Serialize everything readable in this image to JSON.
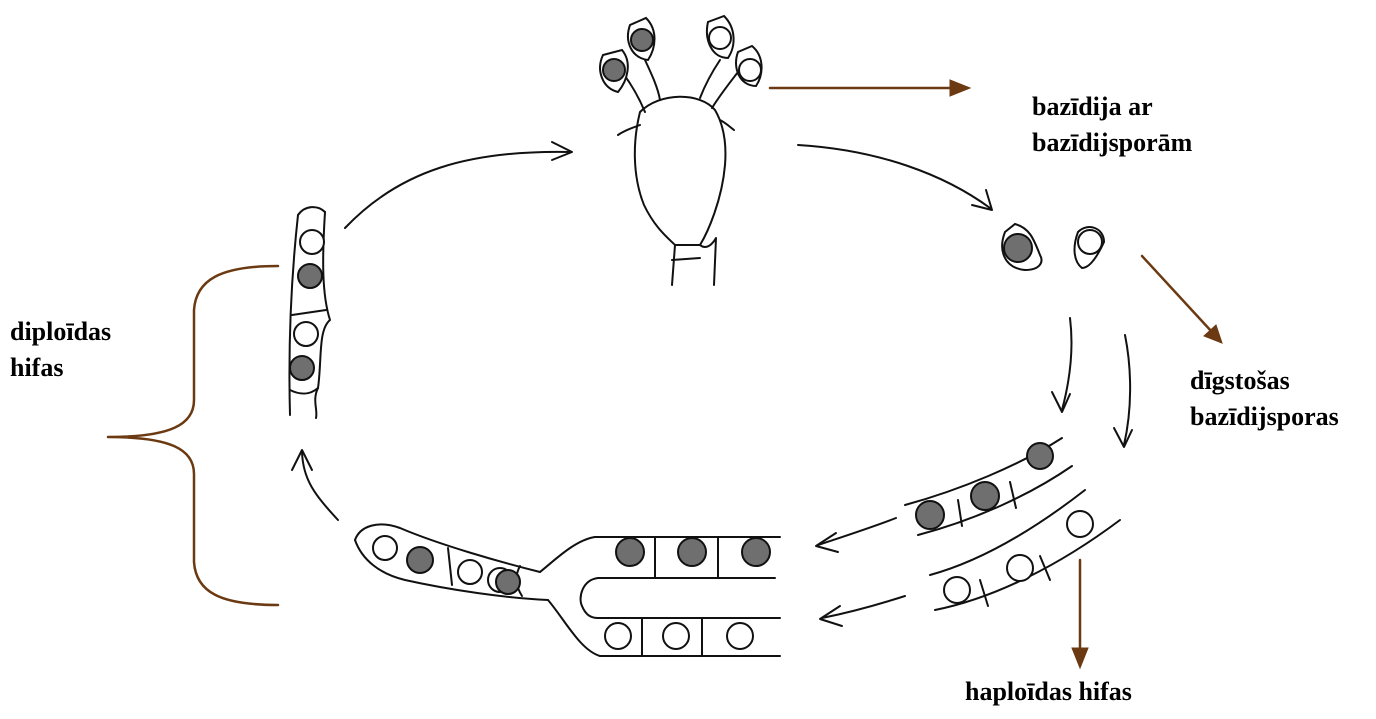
{
  "labels": {
    "basidium": [
      "bazīdija ar",
      "bazīdijsporām"
    ],
    "germinating": [
      "dīgstošas",
      "bazīdijsporas"
    ],
    "diploid": [
      "diploīdas",
      "hifas"
    ],
    "haploid": [
      "haploīdas hifas"
    ]
  },
  "colors": {
    "pointer_brown": "#6b3a12",
    "ink": "#111111",
    "nucleus_gray": "#6f6f6f"
  }
}
